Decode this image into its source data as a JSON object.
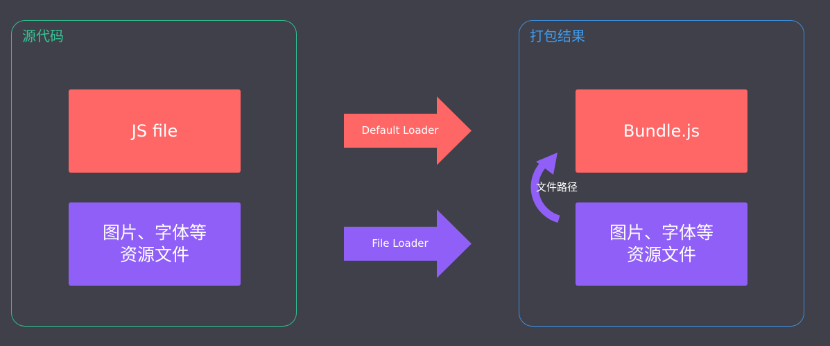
{
  "source_panel": {
    "title": "源代码",
    "js_box": "JS file",
    "assets_box_line1": "图片、字体等",
    "assets_box_line2": "资源文件"
  },
  "output_panel": {
    "title": "打包结果",
    "bundle_box": "Bundle.js",
    "assets_box_line1": "图片、字体等",
    "assets_box_line2": "资源文件"
  },
  "arrows": {
    "default_loader": "Default Loader",
    "file_loader": "File Loader",
    "file_path": "文件路径"
  },
  "colors": {
    "background": "#3f4049",
    "source_border": "#2fc08f",
    "output_border": "#3b8fe0",
    "red": "#ff6666",
    "purple": "#8f5ff7"
  }
}
